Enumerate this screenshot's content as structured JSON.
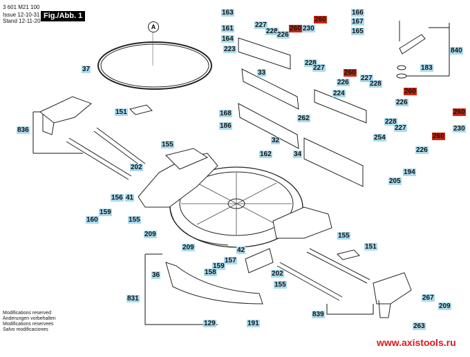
{
  "header": {
    "doc_number": "3 601 M21 100",
    "issue_label": "Issue",
    "issue_value": "12-10-31",
    "stand_label": "Stand",
    "stand_value": "12-11-20",
    "figure_label": "Fig./Abb. 1"
  },
  "callout_marker": "A",
  "colors": {
    "label_blue": "#a9dbee",
    "label_red": "#c8280f",
    "url_red": "#e0141b"
  },
  "labels": [
    {
      "id": "163",
      "text": "163",
      "style": "blue"
    },
    {
      "id": "161",
      "text": "161",
      "style": "blue"
    },
    {
      "id": "164",
      "text": "164",
      "style": "blue"
    },
    {
      "id": "223",
      "text": "223",
      "style": "blue"
    },
    {
      "id": "227a",
      "text": "227",
      "style": "blue"
    },
    {
      "id": "228a",
      "text": "228",
      "style": "blue"
    },
    {
      "id": "226a",
      "text": "226",
      "style": "blue"
    },
    {
      "id": "260a",
      "text": "260",
      "style": "red"
    },
    {
      "id": "230a",
      "text": "230",
      "style": "blue"
    },
    {
      "id": "260b",
      "text": "260",
      "style": "red"
    },
    {
      "id": "166",
      "text": "166",
      "style": "blue"
    },
    {
      "id": "167",
      "text": "167",
      "style": "blue"
    },
    {
      "id": "165",
      "text": "165",
      "style": "blue"
    },
    {
      "id": "840",
      "text": "840",
      "style": "blue"
    },
    {
      "id": "183",
      "text": "183",
      "style": "blue"
    },
    {
      "id": "37",
      "text": "37",
      "style": "blue"
    },
    {
      "id": "33",
      "text": "33",
      "style": "blue"
    },
    {
      "id": "228b",
      "text": "228",
      "style": "blue"
    },
    {
      "id": "227b",
      "text": "227",
      "style": "blue"
    },
    {
      "id": "260c",
      "text": "260",
      "style": "red"
    },
    {
      "id": "226b",
      "text": "226",
      "style": "blue"
    },
    {
      "id": "227c",
      "text": "227",
      "style": "blue"
    },
    {
      "id": "228c",
      "text": "228",
      "style": "blue"
    },
    {
      "id": "260d",
      "text": "260",
      "style": "red"
    },
    {
      "id": "224",
      "text": "224",
      "style": "blue"
    },
    {
      "id": "226c",
      "text": "226",
      "style": "blue"
    },
    {
      "id": "260e",
      "text": "260",
      "style": "red"
    },
    {
      "id": "230b",
      "text": "230",
      "style": "blue"
    },
    {
      "id": "151a",
      "text": "151",
      "style": "blue"
    },
    {
      "id": "168",
      "text": "168",
      "style": "blue"
    },
    {
      "id": "186",
      "text": "186",
      "style": "blue"
    },
    {
      "id": "262",
      "text": "262",
      "style": "blue"
    },
    {
      "id": "228d",
      "text": "228",
      "style": "blue"
    },
    {
      "id": "227d",
      "text": "227",
      "style": "blue"
    },
    {
      "id": "260f",
      "text": "260",
      "style": "red"
    },
    {
      "id": "254",
      "text": "254",
      "style": "blue"
    },
    {
      "id": "836",
      "text": "836",
      "style": "blue"
    },
    {
      "id": "155a",
      "text": "155",
      "style": "blue"
    },
    {
      "id": "32",
      "text": "32",
      "style": "blue"
    },
    {
      "id": "34",
      "text": "34",
      "style": "blue"
    },
    {
      "id": "226d",
      "text": "226",
      "style": "blue"
    },
    {
      "id": "162",
      "text": "162",
      "style": "blue"
    },
    {
      "id": "202a",
      "text": "202",
      "style": "blue"
    },
    {
      "id": "194",
      "text": "194",
      "style": "blue"
    },
    {
      "id": "205",
      "text": "205",
      "style": "blue"
    },
    {
      "id": "156",
      "text": "156",
      "style": "blue"
    },
    {
      "id": "41",
      "text": "41",
      "style": "blue"
    },
    {
      "id": "159a",
      "text": "159",
      "style": "blue"
    },
    {
      "id": "160",
      "text": "160",
      "style": "blue"
    },
    {
      "id": "155b",
      "text": "155",
      "style": "blue"
    },
    {
      "id": "155c",
      "text": "155",
      "style": "blue"
    },
    {
      "id": "209a",
      "text": "209",
      "style": "blue"
    },
    {
      "id": "209b",
      "text": "209",
      "style": "blue"
    },
    {
      "id": "151b",
      "text": "151",
      "style": "blue"
    },
    {
      "id": "42",
      "text": "42",
      "style": "blue"
    },
    {
      "id": "157",
      "text": "157",
      "style": "blue"
    },
    {
      "id": "159b",
      "text": "159",
      "style": "blue"
    },
    {
      "id": "158",
      "text": "158",
      "style": "blue"
    },
    {
      "id": "36",
      "text": "36",
      "style": "blue"
    },
    {
      "id": "202b",
      "text": "202",
      "style": "blue"
    },
    {
      "id": "155d",
      "text": "155",
      "style": "blue"
    },
    {
      "id": "831",
      "text": "831",
      "style": "blue"
    },
    {
      "id": "267",
      "text": "267",
      "style": "blue"
    },
    {
      "id": "839",
      "text": "839",
      "style": "blue"
    },
    {
      "id": "209c",
      "text": "209",
      "style": "blue"
    },
    {
      "id": "263",
      "text": "263",
      "style": "blue"
    },
    {
      "id": "129",
      "text": "129",
      "style": "blue"
    },
    {
      "id": "191",
      "text": "191",
      "style": "blue"
    }
  ],
  "notes": [
    "Modifications reserved",
    "Änderungen vorbehalten",
    "Modifications reservees",
    "Salvo modificaciones"
  ],
  "watermark": "www.axistools.ru"
}
